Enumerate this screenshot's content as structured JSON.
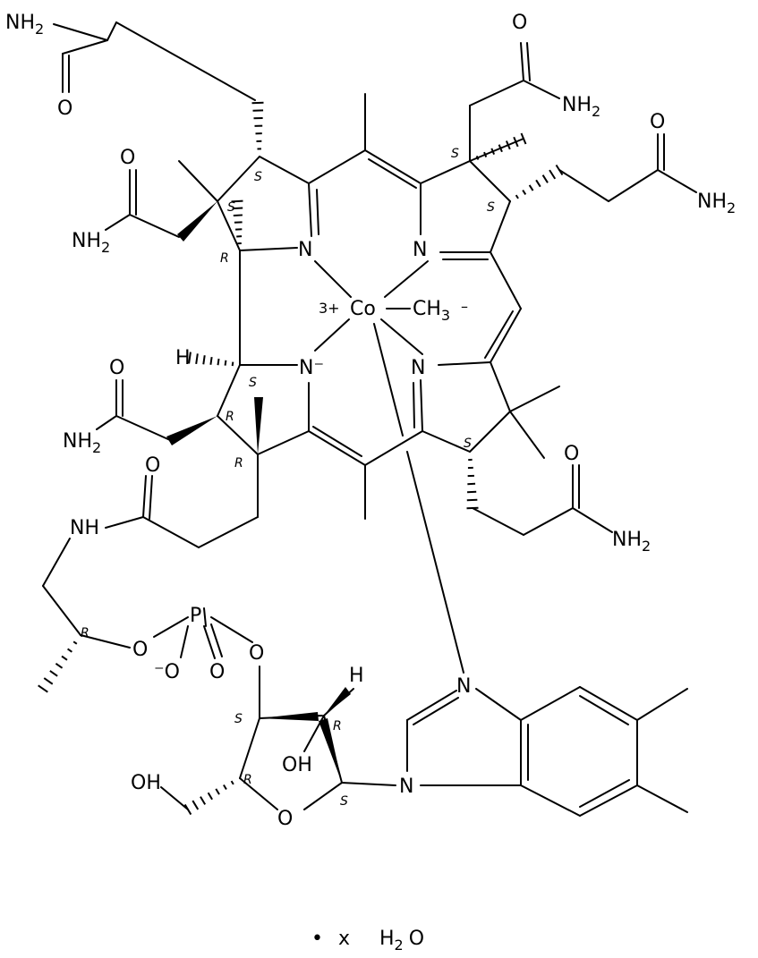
{
  "labels": {
    "nh2": "NH",
    "sub2": "2",
    "o": "O",
    "n": "N",
    "nminus": "N⁻",
    "co": "Co",
    "co_charge": "3+",
    "ch3": "CH",
    "sub3": "3",
    "minus": "–",
    "h": "H",
    "nh": "NH",
    "p": "P",
    "ominus": "⁻O",
    "oh": "OH",
    "stereo_s": "S",
    "stereo_r": "R"
  },
  "footer": {
    "dot": "•",
    "x": "x",
    "h2o_h": "H",
    "h2o_2": "2",
    "h2o_o": "O"
  }
}
